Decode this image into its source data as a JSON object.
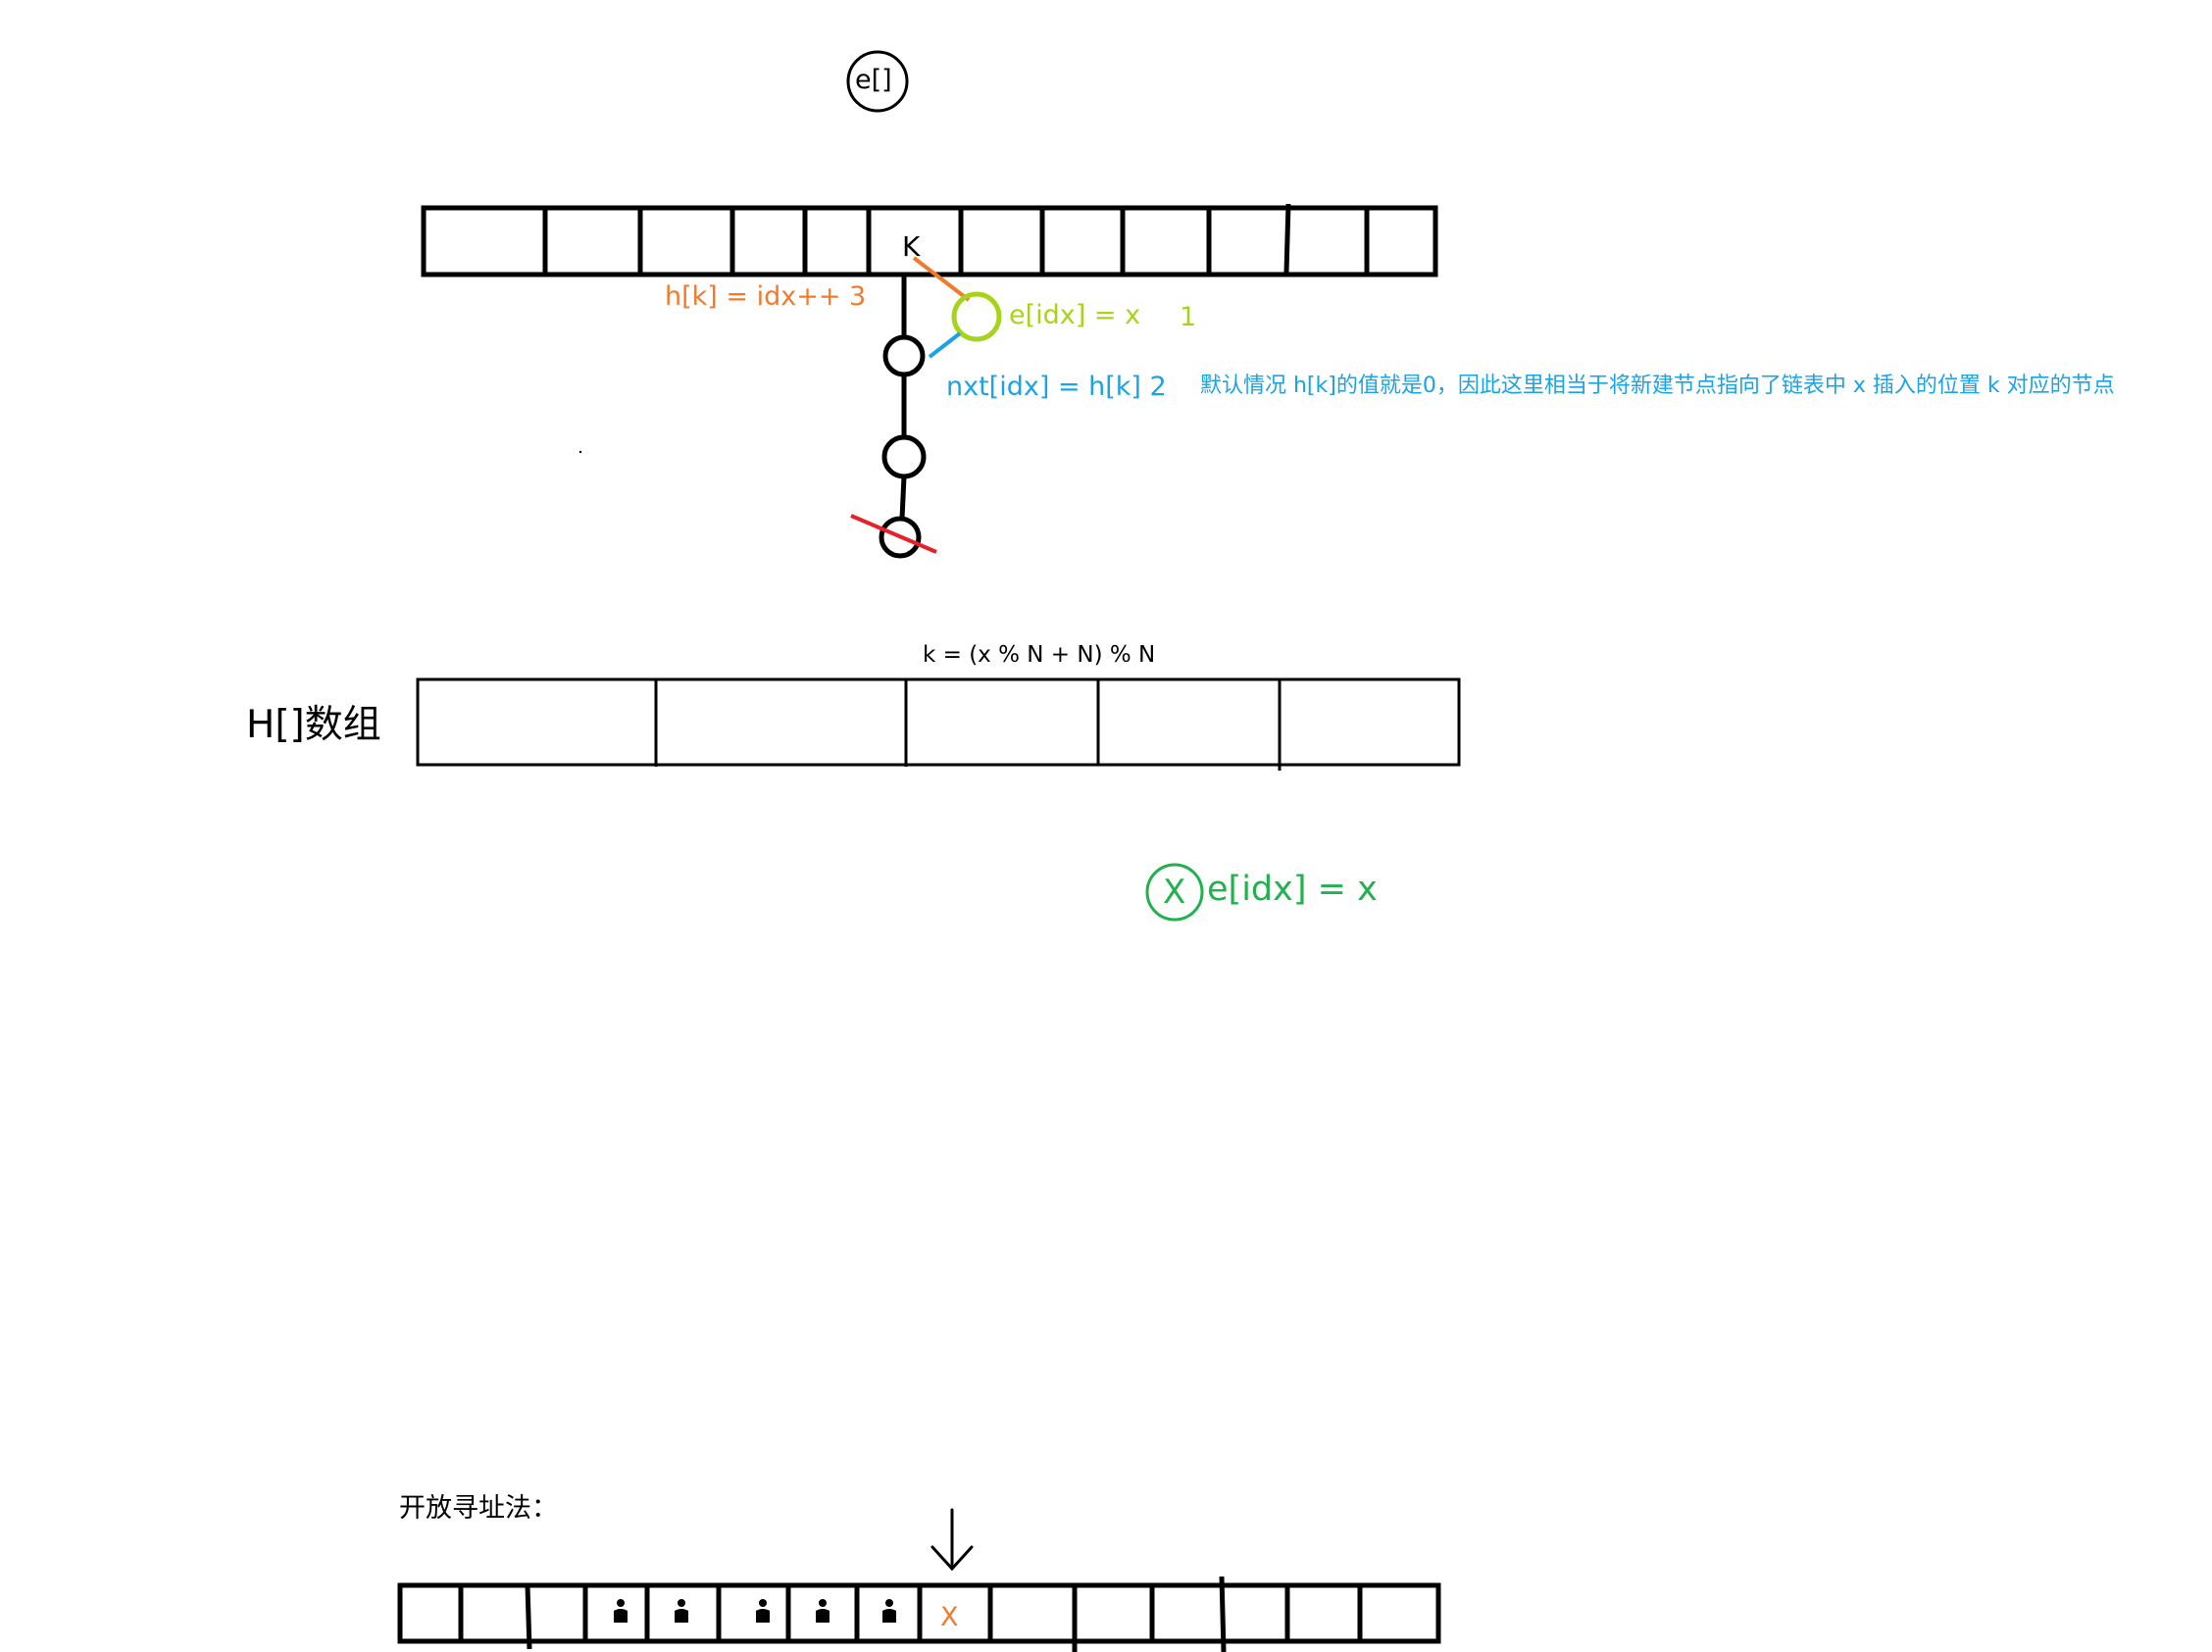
{
  "e_array_label": "e[]",
  "slot_k_label": "K",
  "step3": "h[k] = idx++   3",
  "step1_expr": "e[idx] = x",
  "step1_num": "1",
  "step2": "nxt[idx] = h[k]    2",
  "note": "默认情况 h[k]的值就是0，因此这里相当于将新建节点指向了链表中 x 插入的位置 k 对应的节点",
  "hash_formula": "k = (x % N + N) % N",
  "h_array_label": "H[]数组",
  "x_circle_label": "X",
  "x_assign": "e[idx] = x",
  "open_addressing_label": "开放寻址法：",
  "open_slot_x": "X",
  "colors": {
    "orange": "#f47a2b",
    "lime": "#a6d41a",
    "blue": "#1aa3e6",
    "green": "#22b14c",
    "red": "#e8202a",
    "ink": "#000000"
  }
}
